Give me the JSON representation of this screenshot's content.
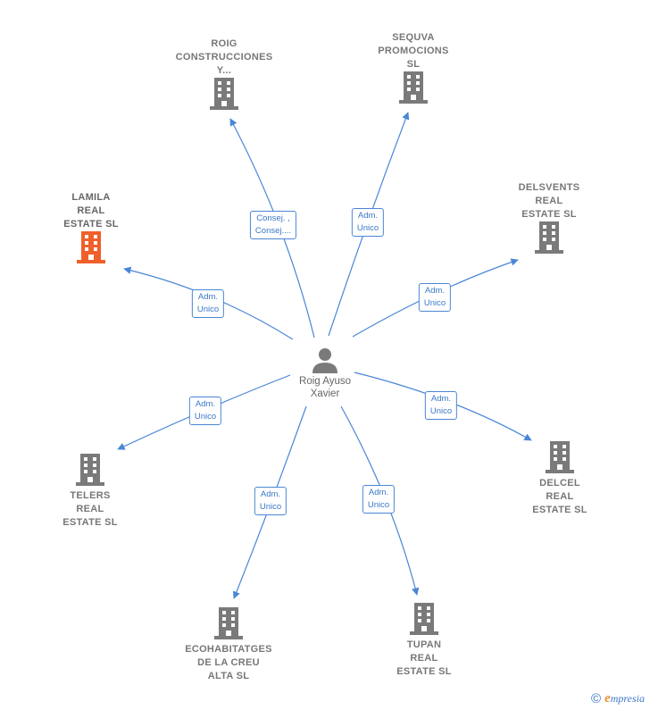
{
  "center": {
    "name": "Roig Ayuso\nXavier"
  },
  "companies": [
    {
      "name": "ROIG\nCONSTRUCCIONES\nY...",
      "highlight": false
    },
    {
      "name": "SEQUVA\nPROMOCIONS\nSL",
      "highlight": false
    },
    {
      "name": "DELSVENTS\nREAL\nESTATE  SL",
      "highlight": false
    },
    {
      "name": "LAMILA\nREAL\nESTATE  SL",
      "highlight": true
    },
    {
      "name": "TELERS\nREAL\nESTATE  SL",
      "highlight": false
    },
    {
      "name": "DELCEL\nREAL\nESTATE  SL",
      "highlight": false
    },
    {
      "name": "ECOHABITATGES\nDE LA CREU\nALTA  SL",
      "highlight": false
    },
    {
      "name": "TUPAN\nREAL\nESTATE  SL",
      "highlight": false
    }
  ],
  "relations": [
    "Consej. ,\nConsej....",
    "Adm.\nUnico",
    "Adm.\nUnico",
    "Adm.\nUnico",
    "Adm.\nUnico",
    "Adm.\nUnico",
    "Adm.\nUnico",
    "Adm.\nUnico"
  ],
  "footer": {
    "copyright": "©",
    "brand_initial": "e",
    "brand_rest": "mpresia"
  },
  "colors": {
    "edge": "#4a86d6",
    "building": "#7a7a7a",
    "building_highlight": "#f0602a"
  }
}
